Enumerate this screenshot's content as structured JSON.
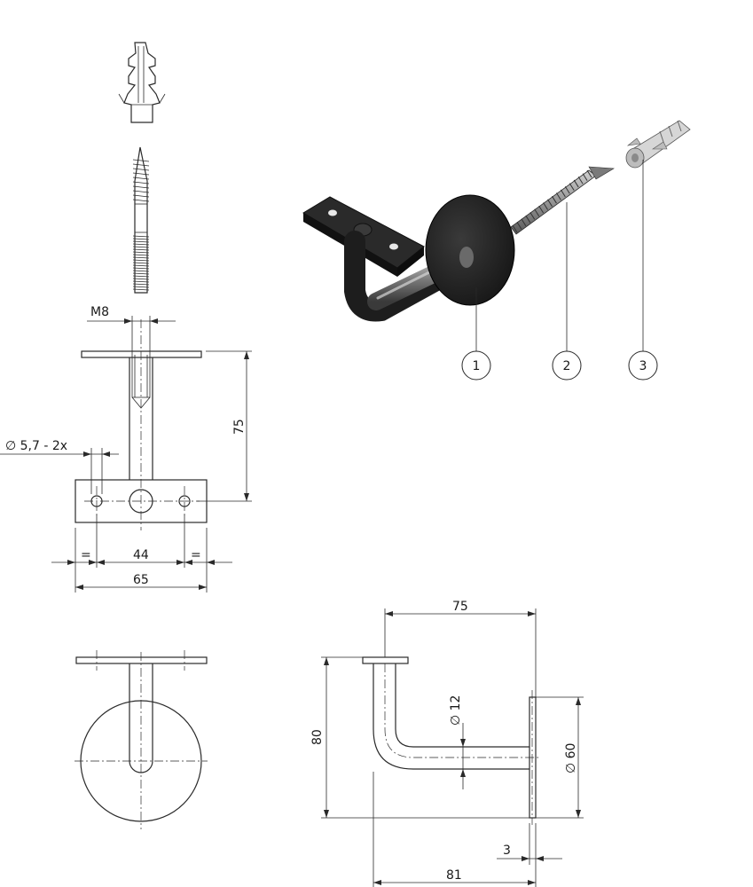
{
  "drawing": {
    "callouts": [
      {
        "label": "1",
        "part": "bracket"
      },
      {
        "label": "2",
        "part": "hanger-bolt"
      },
      {
        "label": "3",
        "part": "wall-plug"
      }
    ],
    "dimensions": {
      "thread": "M8",
      "height_75": "75",
      "hole": "∅ 5,7 - 2x",
      "eq_left": "=",
      "spacing": "44",
      "eq_right": "=",
      "plate_width": "65",
      "reach": "75",
      "tube_dia": "∅ 12",
      "height_80": "80",
      "disc_dia": "∅ 60",
      "thickness": "3",
      "depth": "81"
    },
    "colors": {
      "line": "#2a2a2a",
      "render_dark": "#1f1f1f",
      "render_metal": "#9a9a9a"
    }
  }
}
